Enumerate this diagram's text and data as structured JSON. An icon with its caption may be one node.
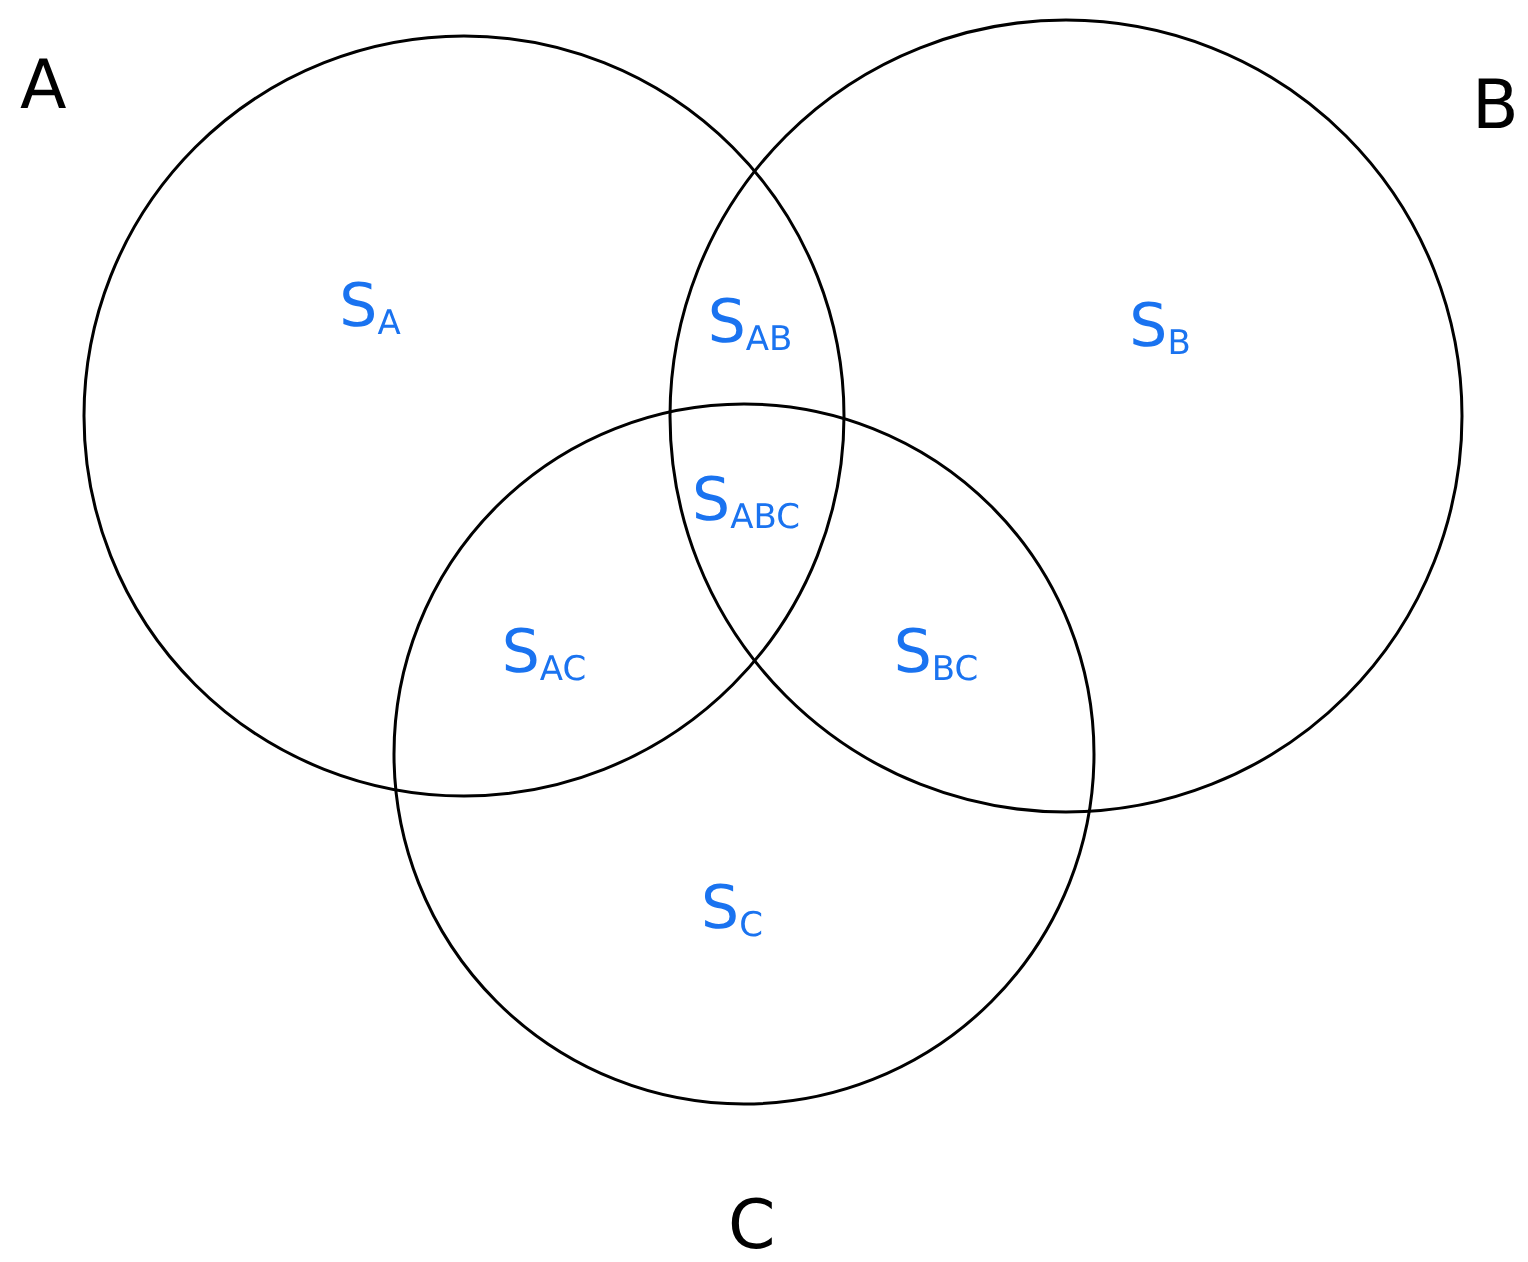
{
  "diagram": {
    "nodes": [
      {
        "text": [
          "A"
        ]
      },
      {
        "text": [
          "B"
        ]
      },
      {
        "text": [
          "C"
        ]
      }
    ],
    "edges": [],
    "labels": [
      "S$_{A}$",
      "S$_{AB}$",
      "S$_{B}$",
      "S$_{ABC}$",
      "S$_{AC}$",
      "S$_{BC}$",
      "S$_{C}$"
    ]
  }
}
